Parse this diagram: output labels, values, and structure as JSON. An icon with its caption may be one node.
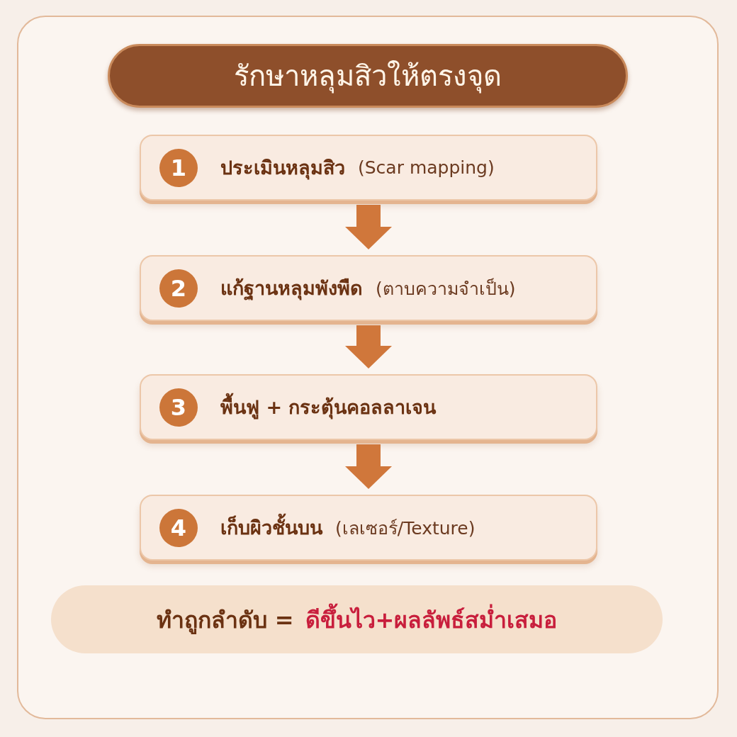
{
  "diagram": {
    "title": "รักษาหลุมสิวให้ตรงจุด",
    "nodes": [
      {
        "text": [
          "1",
          "ประเมินหลุมสิว",
          "(Scar mapping)"
        ]
      },
      {
        "text": [
          "2",
          "แก้ฐานหลุมพังพืด",
          "(ตาบความจำเป็น)"
        ]
      },
      {
        "text": [
          "3",
          "พื้นฟู + กระตุ้นคอลลาเจน"
        ]
      },
      {
        "text": [
          "4",
          "เก็บผิวชั้นบน",
          "(เลเซอร์/Texture)"
        ]
      },
      {
        "text": [
          "ทำถูกลำดับ =",
          "ดีขึ้นไว+ผลลัพธ์สม่ำเสมอ"
        ]
      }
    ],
    "edges": [
      {
        "from": 0,
        "to": 1,
        "arrow": "to"
      },
      {
        "from": 1,
        "to": 2,
        "arrow": "to"
      },
      {
        "from": 2,
        "to": 3,
        "arrow": "to"
      }
    ]
  }
}
